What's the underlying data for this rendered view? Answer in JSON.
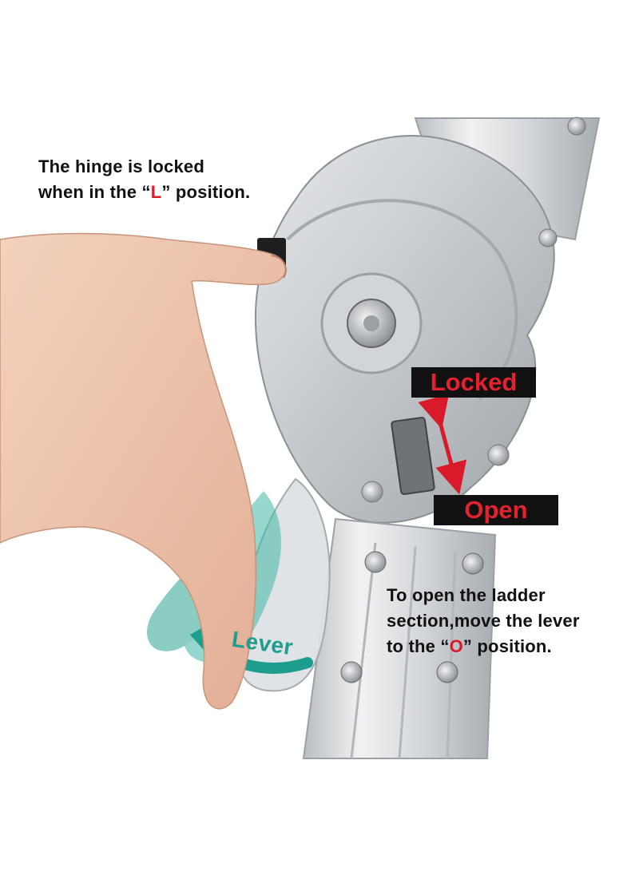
{
  "captions": {
    "top_line1": "The hinge is locked",
    "top_line2_pre": "when in the “",
    "top_line2_red": "L",
    "top_line2_post": "” position.",
    "right_line1": "To open the ladder",
    "right_line2": "section,move the lever",
    "right_line3_pre": "to the “",
    "right_line3_red": "O",
    "right_line3_post": "” position."
  },
  "tags": {
    "locked": "Locked",
    "open": "Open"
  },
  "lever_label": "Lever",
  "colors": {
    "accent_red": "#d91a2a",
    "tag_bg": "#111111",
    "lever_teal": "#1d9d8e",
    "metal": "#c9cccf"
  },
  "icons": {
    "double_arrow": "red-double-arrow-icon",
    "curved_arrow": "teal-curved-arrow-icon"
  }
}
